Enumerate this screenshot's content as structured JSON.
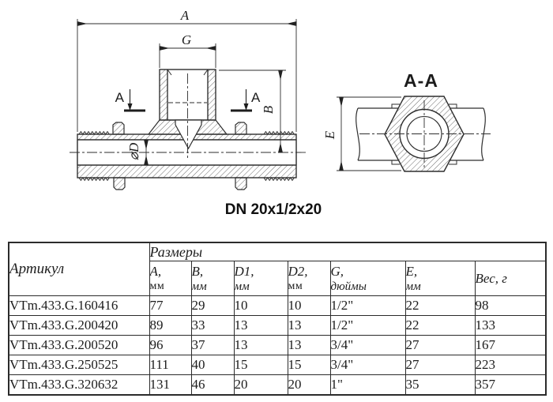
{
  "drawing": {
    "front_view": {
      "dim_a_label": "A",
      "dim_g_label": "G",
      "dim_b_label": "B",
      "dim_d_label": "⌀D",
      "section_marker_left": "A",
      "section_marker_right": "A"
    },
    "section_view": {
      "title": "A-A",
      "dim_e_label": "E"
    },
    "caption": "DN 20x1/2x20"
  },
  "table": {
    "article_header": "Артикул",
    "sizes_header": "Размеры",
    "columns": [
      {
        "line1": "A,",
        "line2": "мм"
      },
      {
        "line1": "B,",
        "line2": "мм"
      },
      {
        "line1": "D1,",
        "line2": "мм"
      },
      {
        "line1": "D2,",
        "line2": "мм"
      },
      {
        "line1": "G,",
        "line2": "дюймы"
      },
      {
        "line1": "E,",
        "line2": "мм"
      },
      {
        "line1": "Вес, г",
        "line2": ""
      }
    ],
    "rows": [
      {
        "article": "VTm.433.G.160416",
        "a": "77",
        "b": "29",
        "d1": "10",
        "d2": "10",
        "g": "1/2\"",
        "e": "22",
        "weight": "98"
      },
      {
        "article": "VTm.433.G.200420",
        "a": "89",
        "b": "33",
        "d1": "13",
        "d2": "13",
        "g": "1/2\"",
        "e": "22",
        "weight": "133"
      },
      {
        "article": "VTm.433.G.200520",
        "a": "96",
        "b": "37",
        "d1": "13",
        "d2": "13",
        "g": "3/4\"",
        "e": "27",
        "weight": "167"
      },
      {
        "article": "VTm.433.G.250525",
        "a": "111",
        "b": "40",
        "d1": "15",
        "d2": "15",
        "g": "3/4\"",
        "e": "27",
        "weight": "223"
      },
      {
        "article": "VTm.433.G.320632",
        "a": "131",
        "b": "46",
        "d1": "20",
        "d2": "20",
        "g": "1\"",
        "e": "35",
        "weight": "357"
      }
    ]
  }
}
